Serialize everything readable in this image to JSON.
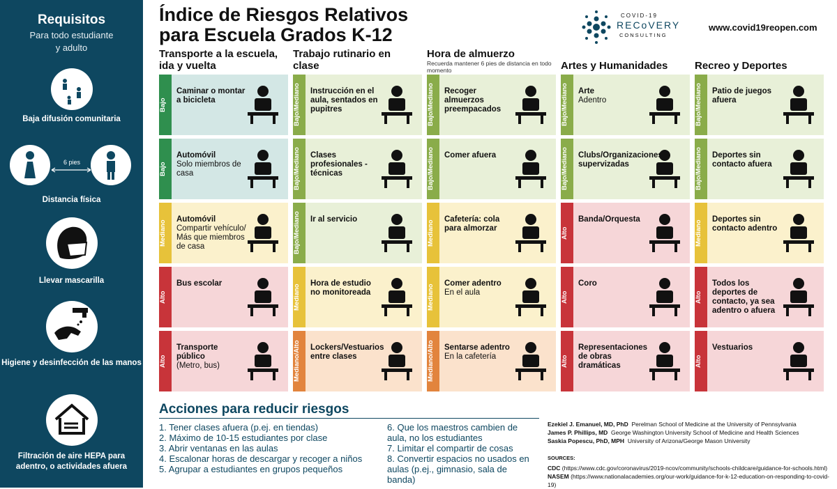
{
  "title_line1": "Índice de Riesgos Relativos",
  "title_line2": "para Escuela Grados K-12",
  "logo": {
    "line1": "COVID-19",
    "line2": "RECoVERY",
    "line3": "CONSULTING"
  },
  "url": "www.covid19reopen.com",
  "sidebar": {
    "title": "Requisitos",
    "subtitle1": "Para todo estudiante",
    "subtitle2": "y adulto",
    "items": [
      {
        "label": "Baja difusión comunitaria"
      },
      {
        "label": "Distancia física",
        "distance": "6 pies"
      },
      {
        "label": "Llevar mascarilla"
      },
      {
        "label": "Higiene y desinfección de las manos"
      },
      {
        "label": "Filtración de aire HEPA para adentro, o actividades afuera"
      }
    ]
  },
  "colors": {
    "bajo": "#2f8f4e",
    "bajo_mediano": "#8aac4a",
    "mediano": "#e7c23a",
    "mediano_alto": "#e2843d",
    "alto": "#c8343a"
  },
  "columns": [
    {
      "title": "Transporte a la escuela, ida y vuelta",
      "cells": [
        {
          "risk": "Bajo",
          "title": "Caminar o montar a bicicleta",
          "sub": ""
        },
        {
          "risk": "Bajo",
          "title": "Automóvil",
          "sub": "Solo miembros de casa"
        },
        {
          "risk": "Mediano",
          "title": "Automóvil",
          "sub": "Compartir vehículo/ Más que miembros de casa"
        },
        {
          "risk": "Alto",
          "title": "Bus escolar",
          "sub": ""
        },
        {
          "risk": "Alto",
          "title": "Transporte público",
          "sub": "(Metro, bus)"
        }
      ]
    },
    {
      "title": "Trabajo rutinario en clase",
      "cells": [
        {
          "risk": "Bajo/Mediano",
          "title": "Instrucción en el aula, sentados en pupitres",
          "sub": ""
        },
        {
          "risk": "Bajo/Mediano",
          "title": "Clases profesionales -técnicas",
          "sub": ""
        },
        {
          "risk": "Bajo/Mediano",
          "title": "Ir al servicio",
          "sub": ""
        },
        {
          "risk": "Mediano",
          "title": "Hora de estudio no monitoreada",
          "sub": ""
        },
        {
          "risk": "Mediano/Alto",
          "title": "Lockers/Vestuarios entre clases",
          "sub": ""
        }
      ]
    },
    {
      "title": "Hora de almuerzo",
      "note": "Recuerda mantener 6 pies de distancia en todo momento",
      "cells": [
        {
          "risk": "Bajo/Mediano",
          "title": "Recoger almuerzos preempacados",
          "sub": ""
        },
        {
          "risk": "Bajo/Mediano",
          "title": "Comer afuera",
          "sub": ""
        },
        {
          "risk": "Mediano",
          "title": "Cafetería: cola para almorzar",
          "sub": ""
        },
        {
          "risk": "Mediano",
          "title": "Comer adentro",
          "sub": "En el aula"
        },
        {
          "risk": "Mediano/Alto",
          "title": "Sentarse adentro",
          "sub": "En la cafetería"
        }
      ]
    },
    {
      "title": "Artes y Humanidades",
      "cells": [
        {
          "risk": "Bajo/Mediano",
          "title": "Arte",
          "sub": "Adentro"
        },
        {
          "risk": "Bajo/Mediano",
          "title": "Clubs/Organizaciones supervizadas",
          "sub": ""
        },
        {
          "risk": "Alto",
          "title": "Banda/Orquesta",
          "sub": ""
        },
        {
          "risk": "Alto",
          "title": "Coro",
          "sub": ""
        },
        {
          "risk": "Alto",
          "title": "Representaciones de obras dramáticas",
          "sub": ""
        }
      ]
    },
    {
      "title": "Recreo y Deportes",
      "cells": [
        {
          "risk": "Bajo/Mediano",
          "title": "Patio de juegos afuera",
          "sub": ""
        },
        {
          "risk": "Bajo/Mediano",
          "title": "Deportes sin contacto afuera",
          "sub": ""
        },
        {
          "risk": "Mediano",
          "title": "Deportes sin contacto adentro",
          "sub": ""
        },
        {
          "risk": "Alto",
          "title": "Todos los deportes de contacto, ya sea adentro o afuera",
          "sub": ""
        },
        {
          "risk": "Alto",
          "title": "Vestuarios",
          "sub": ""
        }
      ]
    }
  ],
  "actions": {
    "title": "Acciones para reducir riesgos",
    "items": [
      "1.  Tener clases afuera (p.ej. en tiendas)",
      "2.  Máximo de 10-15 estudiantes por clase",
      "3.  Abrir ventanas en las aulas",
      "4.  Escalonar horas de descargar y recoger a niños",
      "5.  Agrupar a estudiantes en grupos pequeños",
      "6.  Que los maestros cambien de aula, no los estudiantes",
      "7.  Limitar el compartir de cosas",
      "8.  Convertir espacios no usados en aulas (p.ej., gimnasio, sala de banda)"
    ]
  },
  "authors": [
    {
      "name": "Ezekiel J. Emanuel, MD, PhD",
      "aff": "Perelman School of Medicine at the University of Pennsylvania"
    },
    {
      "name": "James P. Phillips, MD",
      "aff": "George Washington University School of Medicine and Health Sciences"
    },
    {
      "name": "Saskia Popescu, PhD, MPH",
      "aff": "University of Arizona/George Mason University"
    }
  ],
  "sources": {
    "label": "SOURCES:",
    "items": [
      {
        "name": "CDC",
        "url": "(https://www.cdc.gov/coronavirus/2019-ncov/community/schools-childcare/guidance-for-schools.html)"
      },
      {
        "name": "NASEM",
        "url": "(https://www.nationalacademies.org/our-work/guidance-for-k-12-education-on-responding-to-covid-19)"
      }
    ]
  }
}
